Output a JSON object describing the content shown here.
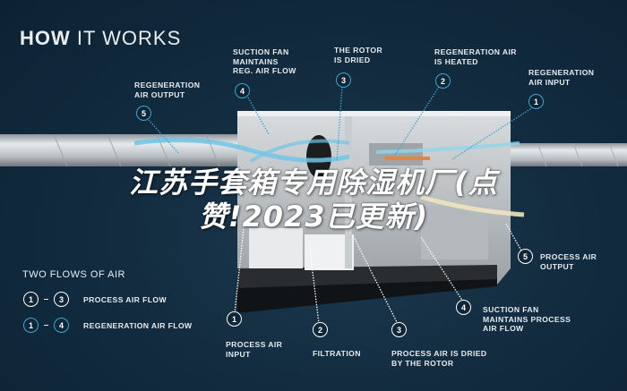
{
  "header": {
    "title_bold": "HOW",
    "title_rest": " IT WORKS"
  },
  "regeneration_steps": [
    {
      "num": "5",
      "label": "REGENERATION\nAIR OUTPUT"
    },
    {
      "num": "4",
      "label": "SUCTION FAN\nMAINTAINS\nREG. AIR FLOW"
    },
    {
      "num": "3",
      "label": "THE ROTOR\nIS DRIED"
    },
    {
      "num": "2",
      "label": "REGENERATION AIR\nIS HEATED"
    },
    {
      "num": "1",
      "label": "REGENERATION\nAIR INPUT"
    }
  ],
  "process_steps": [
    {
      "num": "1",
      "label": "PROCESS AIR\nINPUT"
    },
    {
      "num": "2",
      "label": "FILTRATION"
    },
    {
      "num": "3",
      "label": "PROCESS AIR IS DRIED\nBY THE ROTOR"
    },
    {
      "num": "4",
      "label": "SUCTION FAN\nMAINTAINS PROCESS\nAIR FLOW"
    },
    {
      "num": "5",
      "label": "PROCESS AIR\nOUTPUT"
    }
  ],
  "legend": {
    "title": "TWO FLOWS OF AIR",
    "rows": [
      {
        "from": "1",
        "dash": "–",
        "to": "3",
        "label": "PROCESS AIR FLOW",
        "style": "white"
      },
      {
        "from": "1",
        "dash": "–",
        "to": "4",
        "label": "REGENERATION AIR FLOW",
        "style": "blue"
      }
    ]
  },
  "overlay_text": {
    "line1": "江苏手套箱专用除湿机厂(点",
    "line2": "赞!2023已更新)"
  },
  "colors": {
    "background": "#132c40",
    "regeneration_accent": "#3aa7d0",
    "process_line": "#ffffff",
    "heated_accent": "#e8833a"
  }
}
